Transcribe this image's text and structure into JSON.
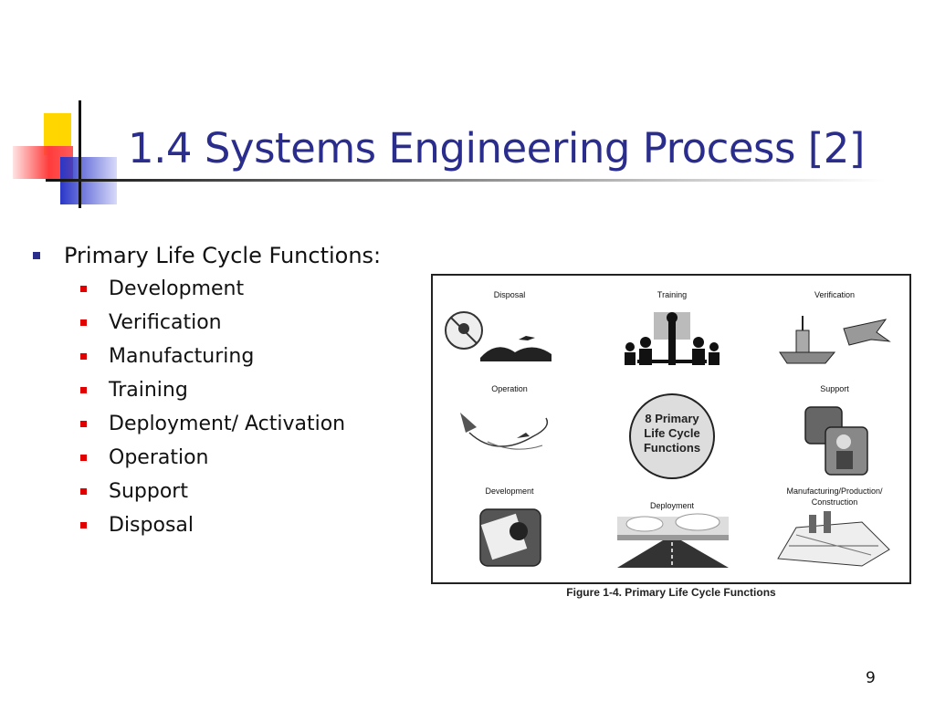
{
  "slide": {
    "title": "1.4 Systems Engineering Process [2]",
    "bullet": "Primary Life Cycle Functions:",
    "sub_bullets": [
      "Development",
      "Verification",
      "Manufacturing",
      "Training",
      "Deployment/ Activation",
      "Operation",
      "Support",
      "Disposal"
    ],
    "page_number": "9"
  },
  "figure": {
    "labels": {
      "disposal": "Disposal",
      "training": "Training",
      "verification": "Verification",
      "operation": "Operation",
      "support": "Support",
      "center_line1": "8 Primary",
      "center_line2": "Life Cycle",
      "center_line3": "Functions",
      "development": "Development",
      "deployment": "Deployment",
      "manufacturing_line1": "Manufacturing/Production/",
      "manufacturing_line2": "Construction"
    },
    "caption": "Figure 1-4. Primary Life Cycle Functions"
  },
  "colors": {
    "title": "#2a2d8c",
    "level1_bullet": "#2a2d8c",
    "level2_bullet": "#e00000"
  }
}
